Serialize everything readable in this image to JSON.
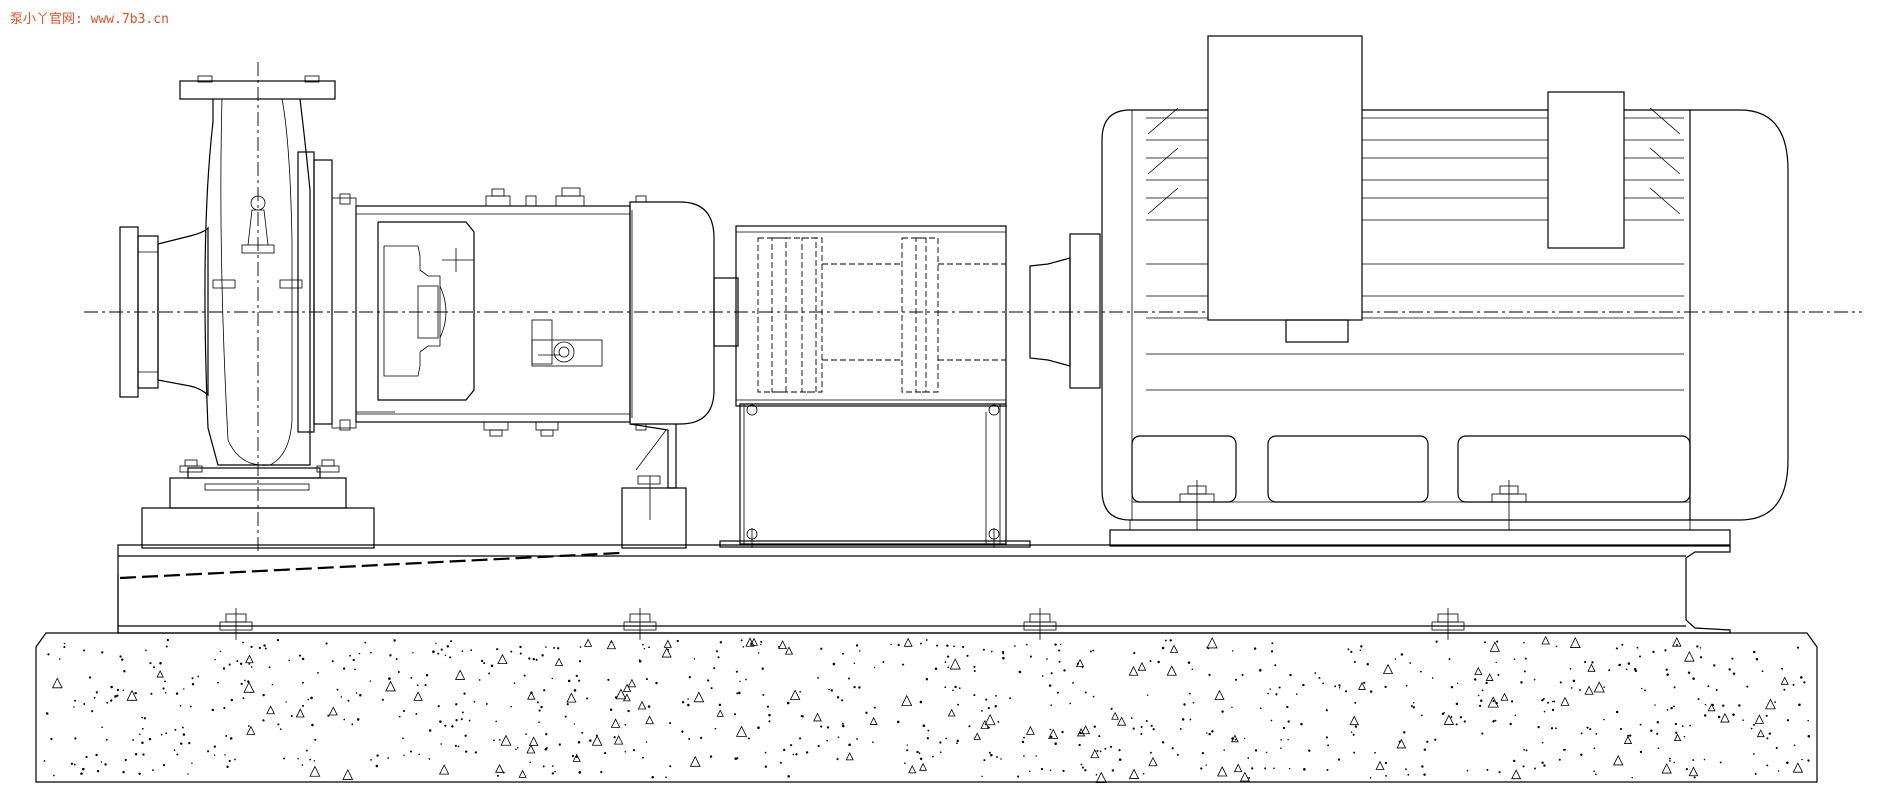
{
  "watermark": {
    "text": "泵小丫官网: www.7b3.cn",
    "color": "#d9542b"
  },
  "drawing": {
    "subject": "centrifugal pump unit with coupling guard and electric motor on baseplate and concrete foundation",
    "components": [
      "pump-casing",
      "bearing-frame",
      "coupling-guard",
      "electric-motor",
      "baseplate",
      "concrete-foundation"
    ],
    "line_color": "#000000",
    "background": "#ffffff"
  }
}
